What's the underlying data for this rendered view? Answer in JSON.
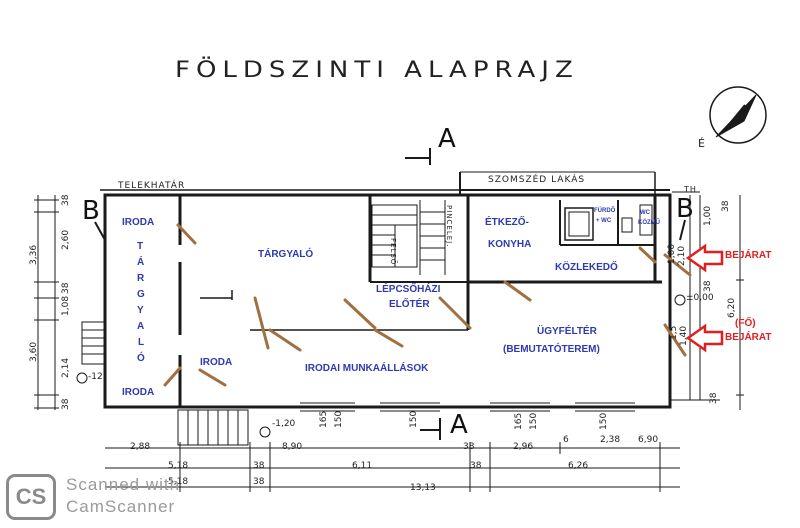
{
  "title": "FÖLDSZINTI ALAPRAJZ",
  "labels": {
    "telekhatar": "TELEKHATÁR",
    "szomszed": "SZOMSZÉD LAKÁS",
    "pincelej": "PINCELEJ.",
    "felso": "FELSŐ",
    "compass_e": "É",
    "th": "TH",
    "section_a": "A",
    "section_b": "B"
  },
  "rooms": {
    "iroda_top": "IRODA",
    "targyalo_vertical": [
      "T",
      "Á",
      "R",
      "G",
      "Y",
      "A",
      "L",
      "Ó"
    ],
    "iroda_bottom": "IRODA",
    "targyalo": "TÁRGYALÓ",
    "iroda_mid": "IRODA",
    "lepcsohazi_1": "LÉPCSŐHÁZI",
    "lepcsohazi_2": "ELŐTÉR",
    "etkezo_1": "ÉTKEZŐ-",
    "etkezo_2": "KONYHA",
    "furdo_1": "FÜRDŐ",
    "furdo_2": "+ WC",
    "wc_1": "WC",
    "wc_2": "KÖZMŰ",
    "kozlekedo": "KÖZLEKEDŐ",
    "munkaallasok": "IRODAI MUNKAÁLLÁSOK",
    "ugyfelter_1": "ÜGYFÉLTÉR",
    "ugyfelter_2": "(BEMUTATÓTEREM)"
  },
  "entrances": {
    "bejarat": "BEJÁRAT",
    "fo_1": "(FŐ)",
    "fo_2": "BEJÁRAT"
  },
  "dimensions": {
    "left_38_a": "38",
    "left_260": "2,60",
    "left_336": "3,36",
    "left_38_b": "38",
    "left_108": "1,08",
    "left_360": "3,60",
    "left_214": "2,14",
    "left_38_c": "38",
    "level_m12": "-12",
    "level_m120": "-1,20",
    "level_000": "±0,00",
    "right_100": "1,00",
    "right_620": "6,20",
    "right_38": "38",
    "right_38b": "38",
    "right_38c": "38",
    "door_100": "1,00",
    "door_210": "2,10",
    "door_150": "1,5",
    "door_140": "1,40",
    "w_165": "165",
    "w_150": "150",
    "w_150b": "150",
    "w_165b": "165",
    "w_150c": "150",
    "w_150d": "150",
    "b_288": "2,88",
    "b_890": "8,90",
    "b_38": "38",
    "b_296": "2,96",
    "b_6": "6",
    "b_238": "2,38",
    "b_690": "6,90",
    "b_518": "5,18",
    "b_38b": "38",
    "b_611": "6,11",
    "b_38c": "38",
    "b_626": "6,26",
    "b_518b": "5,18",
    "b_38d": "38",
    "b_1313": "13,13"
  },
  "watermark": {
    "logo": "CS",
    "line1": "Scanned with",
    "line2": "CamScanner"
  }
}
